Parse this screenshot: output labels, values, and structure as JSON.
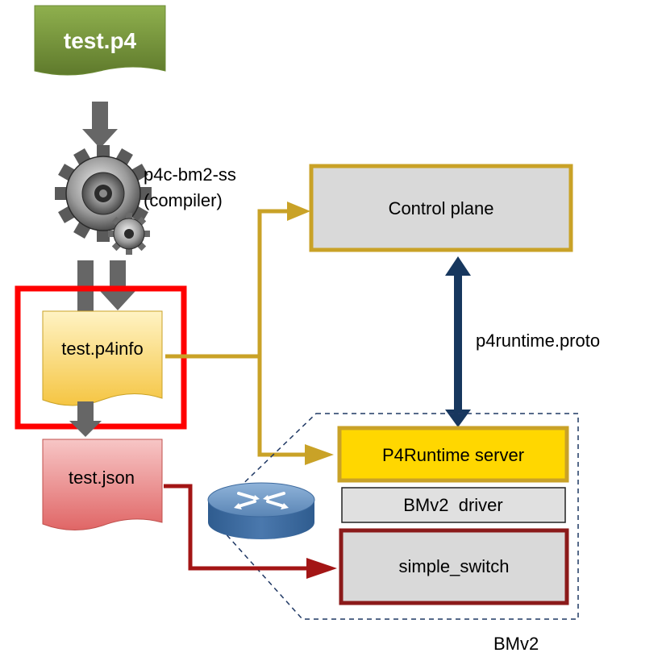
{
  "nodes": {
    "source_file": "test.p4",
    "compiler_name": "p4c-bm2-ss",
    "compiler_role": "(compiler)",
    "p4info_file": "test.p4info",
    "json_file": "test.json",
    "control_plane": "Control plane",
    "protocol_label": "p4runtime.proto",
    "runtime_server": "P4Runtime server",
    "bmv2_driver": "BMv2  driver",
    "simple_switch": "simple_switch",
    "bmv2_group": "BMv2"
  },
  "colors": {
    "source_green": "#77933c",
    "p4info_yellow": "#ffd966",
    "json_red": "#e06666",
    "gold_arrow": "#c9a227",
    "navy_arrow": "#17375e",
    "darkred_arrow": "#a31515",
    "highlight_red": "#ff0000",
    "box_grey": "#d9d9d9",
    "server_yellow": "#ffd700"
  }
}
